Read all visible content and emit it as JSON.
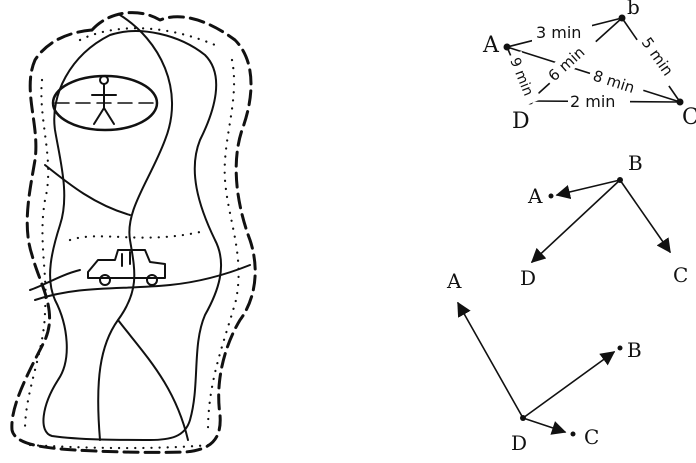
{
  "triangle": {
    "nodes": {
      "A": "A",
      "B": "b",
      "C": "C",
      "D": "D"
    },
    "edge_labels": {
      "ab": "3 min",
      "bc": "5 min",
      "ac": "8 min",
      "bd": "6 min",
      "ad": "9 min",
      "dc": "2 min"
    }
  },
  "tree_b": {
    "nodes": {
      "root": "B",
      "a": "A",
      "d": "D",
      "c": "C"
    }
  },
  "tree_d": {
    "nodes": {
      "root": "D",
      "a": "A",
      "b": "B",
      "c": "C"
    }
  }
}
